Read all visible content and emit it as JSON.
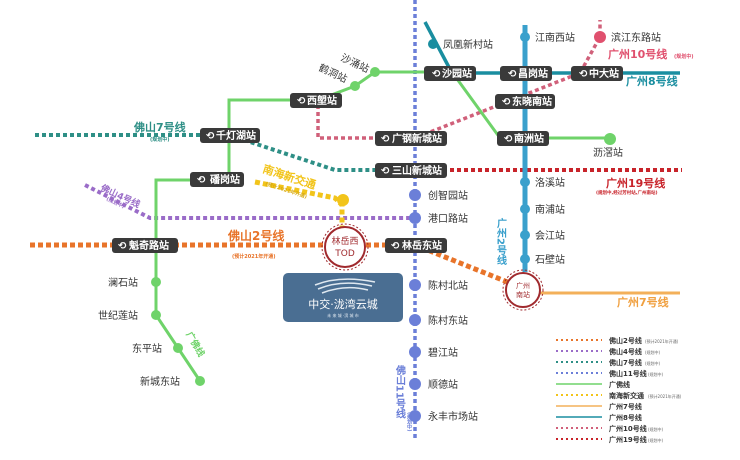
{
  "colors": {
    "fs2": "#e8742a",
    "fs4": "#9a6cc8",
    "fs7": "#2e8f86",
    "fs11": "#6b7fd8",
    "guangfo": "#6fd36a",
    "nanhai": "#f2c41a",
    "gz7": "#f3b05a",
    "gz8": "#1a8ea0",
    "gz2": "#3aa0cc",
    "gz10": "#d0607a",
    "gz19": "#c8232a"
  },
  "stations": {
    "fenghuang": "凤凰新村站",
    "jiangnanxi": "江南西站",
    "binjiang": "滨江东路站",
    "shayuan": "沙园站",
    "changgang": "昌岗站",
    "zhongda": "中大站",
    "dongxiaonan": "东晓南站",
    "nanzhou": "南洲站",
    "lijiao": "沥滘站",
    "guanggang": "广钢新城站",
    "sanshan": "三山新城站",
    "luoxi": "洛溪站",
    "nanpu": "南浦站",
    "huijiang": "会江站",
    "shibi": "石壁站",
    "chuangzhi": "创智园站",
    "gangkou": "港口路站",
    "shachong": "沙涌站",
    "hedong": "鹤洞站",
    "xilang": "西塱站",
    "qiandenghu": "千灯湖站",
    "bogang": "磻岗站",
    "kuiqi": "魁奇路站",
    "linyuedong": "林岳东站",
    "lanshi": "澜石站",
    "shijilian": "世纪莲站",
    "dongping": "东平站",
    "xinchengdong": "新城东站",
    "cuncunbei": "陈村北站",
    "chencundong": "陈村东站",
    "bijiang": "碧江站",
    "shunde": "顺德站",
    "yongfeng": "永丰市场站"
  },
  "hubs": {
    "tod_line1": "林岳西",
    "tod_line2": "TOD",
    "gzs_line1": "广州",
    "gzs_line2": "南站"
  },
  "line_labels": {
    "gz10": "广州10号线",
    "gz10_note": "(规划中)",
    "gz8": "广州8号线",
    "gz19": "广州19号线",
    "gz19_note": "(规划中,经过芳村站,广州南站)",
    "gz2": "广州2号线",
    "gz7": "广州7号线",
    "fs11": "佛山11号线",
    "fs11_note": "(规划中)",
    "guangfo": "广佛线",
    "fs7": "佛山7号线",
    "fs7_note": "(规划中)",
    "nanhai": "南海新交通",
    "nanhai_note": "(预计2021年开通)",
    "fs4": "佛山4号线",
    "fs4_note": "(规划中)",
    "fs2": "佛山2号线",
    "fs2_note": "(预计2021年开通)"
  },
  "logo": {
    "title": "中交·泷湾云城",
    "subtitle": "未 来 城 ·滨 城 市"
  },
  "legend": [
    {
      "label": "佛山2号线",
      "note": "(预计2021年开通)"
    },
    {
      "label": "佛山4号线",
      "note": "(规划中)"
    },
    {
      "label": "佛山7号线",
      "note": "(规划中)"
    },
    {
      "label": "佛山11号线",
      "note": "(规划中)"
    },
    {
      "label": "广佛线",
      "note": ""
    },
    {
      "label": "南海新交通",
      "note": "(预计2021年开通)"
    },
    {
      "label": "广州7号线",
      "note": ""
    },
    {
      "label": "广州8号线",
      "note": ""
    },
    {
      "label": "广州10号线",
      "note": "(规划中)"
    },
    {
      "label": "广州19号线",
      "note": "(规划中)"
    }
  ]
}
